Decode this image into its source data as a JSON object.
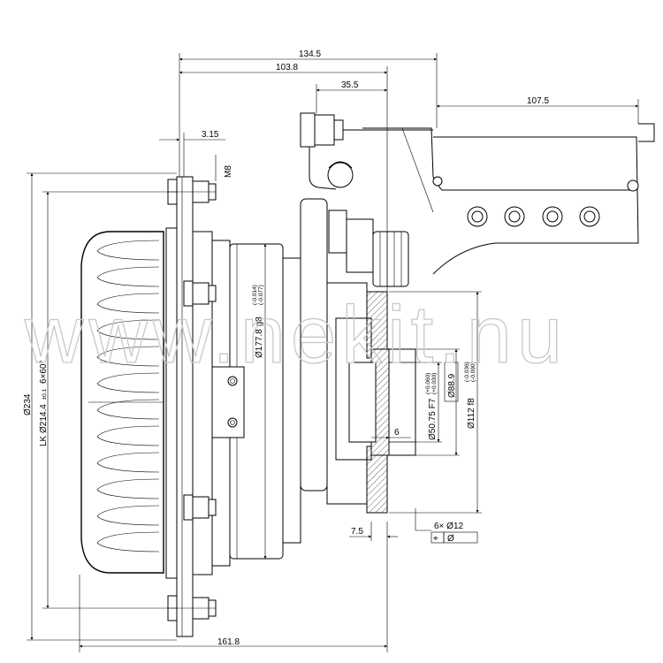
{
  "dimensions": {
    "overall_width": "134.5",
    "mid_width": "103.8",
    "top_offset": "35.5",
    "bracket_width": "107.5",
    "flange_thickness": "3.15",
    "bolt_thread": "M8",
    "outer_diameter": "Ø234",
    "pitch_circle": "LK Ø214.4",
    "pitch_tol": "±0.1",
    "pitch_holes": "6×60°",
    "pulley_diameter": "Ø177.8 g8",
    "pulley_tol_upper": "(-0.014)",
    "pulley_tol_lower": "(-0.077)",
    "bore_diameter": "Ø50.75 F7",
    "bore_tol_upper": "(+0.060)",
    "bore_tol_lower": "(+0.030)",
    "spigot_diameter": "Ø88.9",
    "hub_diameter": "Ø112 f8",
    "hub_tol_upper": "(-0.036)",
    "hub_tol_lower": "(-0.090)",
    "hub_step": "6",
    "hub_offset": "7.5",
    "total_length": "161.8",
    "hole_callout": "6× Ø12",
    "position_symbol": "⌖",
    "position_value": "Ø"
  },
  "watermark": "www.nekit.nu"
}
